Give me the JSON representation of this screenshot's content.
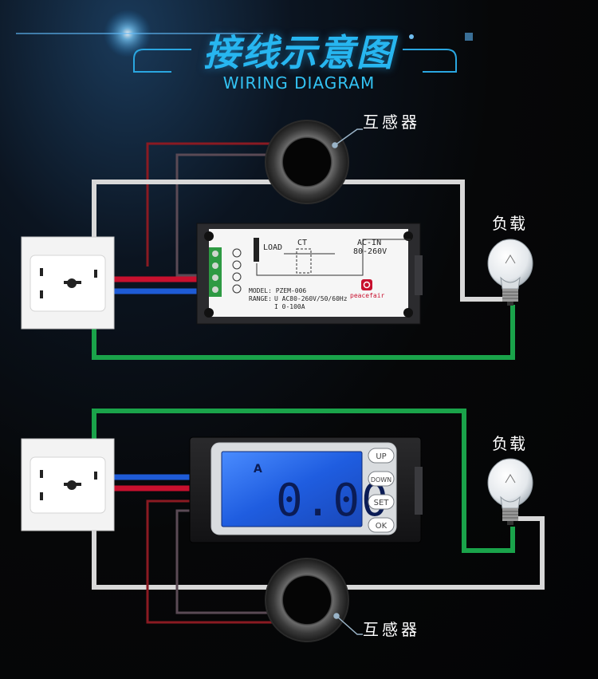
{
  "header": {
    "title_cn": "接线示意图",
    "title_en": "WIRING DIAGRAM"
  },
  "labels": {
    "ct_top": "互感器",
    "ct_bottom": "互感器",
    "load_top": "负载",
    "load_bottom": "负载"
  },
  "meter_top": {
    "load_label": "LOAD",
    "ct_label": "CT",
    "ac_in": "AC-IN",
    "voltage": "80-260V",
    "model": "MODEL: PZEM-006",
    "range_label": "RANGE:",
    "range_u": "U AC80-260V/50/60Hz",
    "range_i": "I 0-100A",
    "brand": "peacefair"
  },
  "meter_bottom": {
    "unit": "A",
    "reading": "0.00",
    "buttons": [
      "UP",
      "DOWN",
      "SET",
      "OK"
    ]
  },
  "colors": {
    "title": "#27b6f0",
    "wire_red": "#c8102e",
    "wire_blue": "#1e5bd6",
    "wire_green": "#1aa34a",
    "wire_white": "#d8d8d8",
    "wire_dark_red": "#8a1a22",
    "lcd": "#1f5de0"
  }
}
